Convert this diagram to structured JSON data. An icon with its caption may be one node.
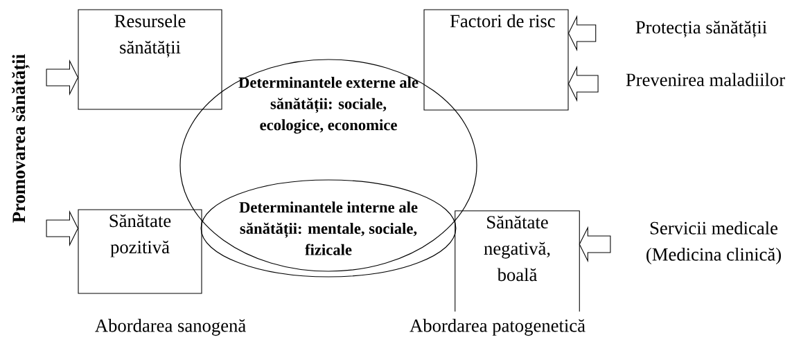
{
  "diagram": {
    "nodes": [
      {
        "text": [
          "Resursele sănătății"
        ]
      },
      {
        "text": [
          "Factori de risc"
        ]
      },
      {
        "text": [
          "Determinantele externe ale sănătății: sociale, ecologice, economice"
        ]
      },
      {
        "text": [
          "Determinantele interne ale sănătății: mentale, sociale, fizicale"
        ],
        "in": 2
      },
      {
        "text": [
          "Sănătate pozitivă"
        ]
      },
      {
        "text": [
          "Sănătate negativă, boală"
        ]
      },
      {
        "text": [
          "Promovarea sănătății"
        ]
      },
      {
        "text": [
          "Protecția sănătății"
        ]
      },
      {
        "text": [
          "Prevenirea maladiilor"
        ]
      },
      {
        "text": [
          "Servicii medicale (Medicina clinică)"
        ]
      }
    ],
    "edges": [
      {
        "from": 6,
        "to": 0,
        "arrow": "to"
      },
      {
        "from": 6,
        "to": 4,
        "arrow": "to"
      },
      {
        "from": 7,
        "to": 1,
        "arrow": "to"
      },
      {
        "from": 8,
        "to": 1,
        "arrow": "to"
      },
      {
        "from": 9,
        "to": 5,
        "arrow": "to"
      }
    ],
    "labels": [
      "Abordarea sanogenă",
      "Abordarea patogenetică"
    ]
  }
}
